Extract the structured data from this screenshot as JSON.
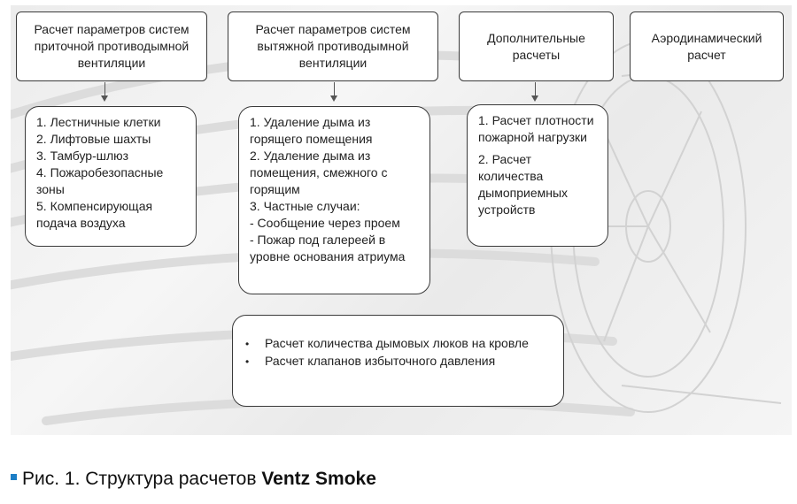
{
  "headers": [
    {
      "lines": [
        "Расчет параметров систем",
        "приточной противодымной",
        "вентиляции"
      ]
    },
    {
      "lines": [
        "Расчет параметров систем",
        "вытяжной противодымной",
        "вентиляции"
      ]
    },
    {
      "lines": [
        "Дополнительные",
        "расчеты"
      ]
    },
    {
      "lines": [
        "Аэродинамический",
        "расчет"
      ]
    }
  ],
  "lists": [
    {
      "lines": [
        "1.  Лестничные клетки",
        "2. Лифтовые шахты",
        "3. Тамбур-шлюз",
        "4. Пожаробезопасные",
        "зоны",
        "5. Компенсирующая",
        "подача воздуха"
      ]
    },
    {
      "lines": [
        "1.   Удаление   дыма   из",
        "горящего помещения",
        "2. Удаление дыма из",
        "помещения, смежного с",
        "горящим",
        "3. Частные случаи:",
        "- Сообщение через проем",
        "- Пожар под галереей в",
        "уровне основания атриума"
      ]
    },
    {
      "lines": [
        "1. Расчет плотности",
        "пожарной нагрузки",
        "",
        "2. Расчет",
        "количества",
        "дымоприемных",
        "устройств"
      ]
    }
  ],
  "bottom_box": {
    "items": [
      "Расчет количества дымовых люков на кровле",
      "Расчет клапанов избыточного давления"
    ]
  },
  "caption": {
    "prefix": "Рис. 1. Структура расчетов ",
    "bold": "Ventz Smoke"
  },
  "colors": {
    "accent": "#1d7ec6",
    "border": "#3a3a3a",
    "background": "#efefef"
  }
}
